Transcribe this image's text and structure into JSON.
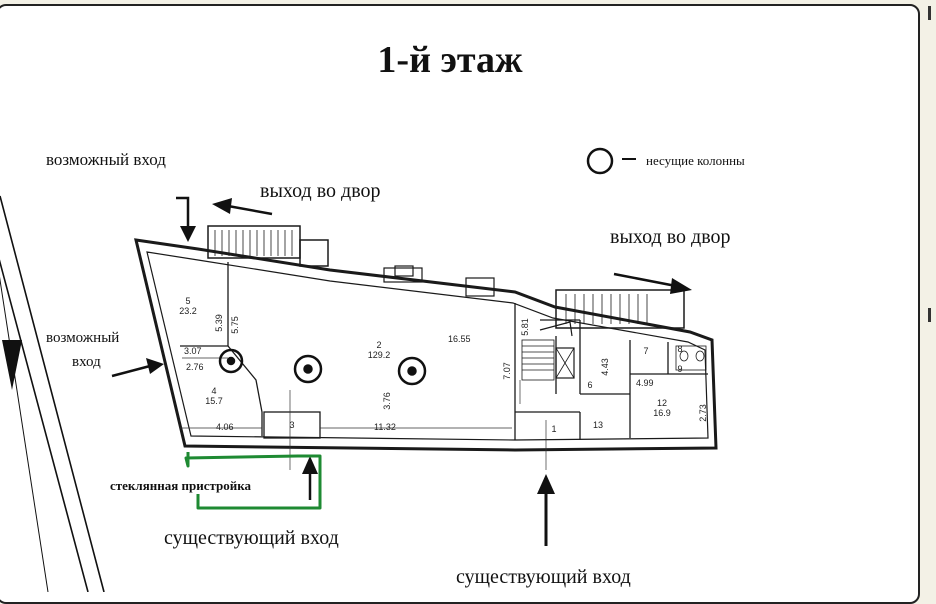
{
  "title": "1-й этаж",
  "labels": {
    "possible_entrance_top": "возможный вход",
    "courtyard_exit_left": "выход во двор",
    "courtyard_exit_right": "выход во двор",
    "possible_entrance_left_1": "возможный",
    "possible_entrance_left_2": "вход",
    "glass_extension": "стеклянная пристройка",
    "existing_entrance_left": "существующий  вход",
    "existing_entrance_right": "существующий вход"
  },
  "legend": {
    "text": "несущие колонны",
    "icon": "circle-column-icon"
  },
  "rooms": [
    {
      "id": "r5",
      "number": "5",
      "area": "23.2"
    },
    {
      "id": "r4",
      "number": "4",
      "area": "15.7"
    },
    {
      "id": "r2",
      "number": "2",
      "area": "129.2"
    },
    {
      "id": "r3",
      "number": "3"
    },
    {
      "id": "r1",
      "number": "1"
    },
    {
      "id": "r13",
      "number": "13"
    },
    {
      "id": "r6",
      "number": "6"
    },
    {
      "id": "r7",
      "number": "7"
    },
    {
      "id": "r8",
      "number": "8"
    },
    {
      "id": "r9",
      "number": "9"
    },
    {
      "id": "r12",
      "number": "12",
      "area": "16.9"
    }
  ],
  "dimensions": {
    "d307": "3.07",
    "d276": "2.76",
    "d539": "5.39",
    "d575": "5.75",
    "d1655": "16.55",
    "d376": "3.76",
    "d406": "4.06",
    "d1132": "11.32",
    "d581": "5.81",
    "d707": "7.07",
    "d443": "4.43",
    "d499": "4.99",
    "d273": "2.73"
  },
  "colors": {
    "glass_extension_outline": "#1e8a32",
    "wall": "#1a1a1a"
  }
}
